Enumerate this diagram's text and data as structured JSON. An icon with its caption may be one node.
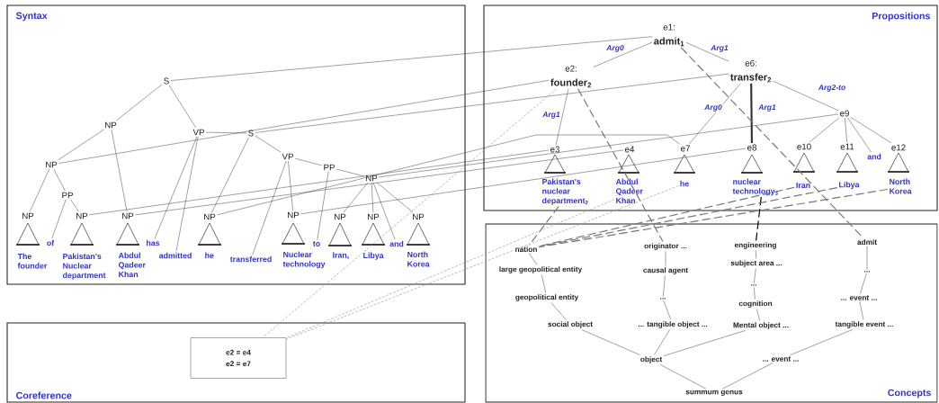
{
  "diagram": {
    "nodes": [
      {
        "text": [
          "Syntax"
        ]
      },
      {
        "text": [
          "Propositions"
        ]
      },
      {
        "text": [
          "Coreference"
        ]
      },
      {
        "text": [
          "Concepts"
        ]
      },
      {
        "text": [
          "S"
        ],
        "in": 0
      },
      {
        "text": [
          "NP"
        ],
        "in": 0
      },
      {
        "text": [
          "VP"
        ],
        "in": 0
      },
      {
        "text": [
          "S"
        ],
        "in": 0
      },
      {
        "text": [
          "NP"
        ],
        "in": 0
      },
      {
        "text": [
          "VP"
        ],
        "in": 0
      },
      {
        "text": [
          "PP"
        ],
        "in": 0
      },
      {
        "text": [
          "NP"
        ],
        "in": 0
      },
      {
        "text": [
          "PP"
        ],
        "in": 0
      },
      {
        "text": [
          "NP"
        ],
        "in": 0
      },
      {
        "text": [
          "NP"
        ],
        "in": 0
      },
      {
        "text": [
          "NP"
        ],
        "in": 0
      },
      {
        "text": [
          "NP"
        ],
        "in": 0
      },
      {
        "text": [
          "NP"
        ],
        "in": 0
      },
      {
        "text": [
          "NP"
        ],
        "in": 0
      },
      {
        "text": [
          "NP"
        ],
        "in": 0
      },
      {
        "text": [
          "NP"
        ],
        "in": 0
      },
      {
        "text": [
          "The founder"
        ],
        "in": 0
      },
      {
        "text": [
          "of"
        ],
        "in": 0
      },
      {
        "text": [
          "Pakistan's Nuclear department"
        ],
        "in": 0
      },
      {
        "text": [
          "Abdul Qadeer Khan"
        ],
        "in": 0
      },
      {
        "text": [
          "has"
        ],
        "in": 0
      },
      {
        "text": [
          "admitted"
        ],
        "in": 0
      },
      {
        "text": [
          "he"
        ],
        "in": 0
      },
      {
        "text": [
          "transferred"
        ],
        "in": 0
      },
      {
        "text": [
          "Nuclear technology"
        ],
        "in": 0
      },
      {
        "text": [
          "to"
        ],
        "in": 0
      },
      {
        "text": [
          "Iran,"
        ],
        "in": 0
      },
      {
        "text": [
          "Libya"
        ],
        "in": 0
      },
      {
        "text": [
          "and"
        ],
        "in": 0
      },
      {
        "text": [
          "North Korea"
        ],
        "in": 0
      },
      {
        "text": [
          "e1:",
          "admit$_{1}$"
        ],
        "in": 1
      },
      {
        "text": [
          "e2:",
          "founder$_{2}$"
        ],
        "in": 1
      },
      {
        "text": [
          "e6:",
          "transfer$_{2}$"
        ],
        "in": 1
      },
      {
        "text": [
          "e9"
        ],
        "in": 1
      },
      {
        "text": [
          "e3"
        ],
        "in": 1
      },
      {
        "text": [
          "e4"
        ],
        "in": 1
      },
      {
        "text": [
          "e7"
        ],
        "in": 1
      },
      {
        "text": [
          "e8"
        ],
        "in": 1
      },
      {
        "text": [
          "e10"
        ],
        "in": 1
      },
      {
        "text": [
          "e11"
        ],
        "in": 1
      },
      {
        "text": [
          "e12"
        ],
        "in": 1
      },
      {
        "text": [
          "and"
        ],
        "in": 1
      },
      {
        "text": [
          "Pakistan's nuclear department$_{2}$"
        ],
        "in": 1
      },
      {
        "text": [
          "Abdul Qadeer Khan"
        ],
        "in": 1
      },
      {
        "text": [
          "he"
        ],
        "in": 1
      },
      {
        "text": [
          "nuclear technology$_{3}$"
        ],
        "in": 1
      },
      {
        "text": [
          "Iran"
        ],
        "in": 1
      },
      {
        "text": [
          "Libya"
        ],
        "in": 1
      },
      {
        "text": [
          "North Korea"
        ],
        "in": 1
      },
      {
        "text": [
          "e2 = e4",
          "e2 = e7"
        ],
        "in": 2
      },
      {
        "text": [
          "nation"
        ],
        "in": 3
      },
      {
        "text": [
          "large geopolitical entity"
        ],
        "in": 3
      },
      {
        "text": [
          "geopolitical entity"
        ],
        "in": 3
      },
      {
        "text": [
          "social object"
        ],
        "in": 3
      },
      {
        "text": [
          "originator ..."
        ],
        "in": 3
      },
      {
        "text": [
          "causal agent"
        ],
        "in": 3
      },
      {
        "text": [
          "..."
        ],
        "in": 3
      },
      {
        "text": [
          "... tangible object ..."
        ],
        "in": 3
      },
      {
        "text": [
          "engineering"
        ],
        "in": 3
      },
      {
        "text": [
          "subject area ..."
        ],
        "in": 3
      },
      {
        "text": [
          "..."
        ],
        "in": 3
      },
      {
        "text": [
          "cognition"
        ],
        "in": 3
      },
      {
        "text": [
          "Mental object ..."
        ],
        "in": 3
      },
      {
        "text": [
          "admit"
        ],
        "in": 3
      },
      {
        "text": [
          "..."
        ],
        "in": 3
      },
      {
        "text": [
          "... event ..."
        ],
        "in": 3
      },
      {
        "text": [
          "tangible event ..."
        ],
        "in": 3
      },
      {
        "text": [
          "object"
        ],
        "in": 3
      },
      {
        "text": [
          "... event ..."
        ],
        "in": 3
      },
      {
        "text": [
          "summum genus"
        ],
        "in": 3
      }
    ],
    "edges": [
      {
        "from": 4,
        "to": 5,
        "arrow": "none"
      },
      {
        "from": 4,
        "to": 6,
        "arrow": "none"
      },
      {
        "from": 5,
        "to": 8,
        "arrow": "none"
      },
      {
        "from": 5,
        "to": 15,
        "arrow": "none"
      },
      {
        "from": 8,
        "to": 13,
        "arrow": "none"
      },
      {
        "from": 8,
        "to": 12,
        "arrow": "none"
      },
      {
        "from": 12,
        "to": 22,
        "arrow": "none"
      },
      {
        "from": 12,
        "to": 14,
        "arrow": "none"
      },
      {
        "from": 6,
        "to": 25,
        "arrow": "none"
      },
      {
        "from": 6,
        "to": 26,
        "arrow": "none"
      },
      {
        "from": 6,
        "to": 7,
        "arrow": "none"
      },
      {
        "from": 7,
        "to": 16,
        "arrow": "none"
      },
      {
        "from": 7,
        "to": 9,
        "arrow": "none"
      },
      {
        "from": 9,
        "to": 28,
        "arrow": "none"
      },
      {
        "from": 9,
        "to": 17,
        "arrow": "none"
      },
      {
        "from": 9,
        "to": 10,
        "arrow": "none"
      },
      {
        "from": 10,
        "to": 30,
        "arrow": "none"
      },
      {
        "from": 10,
        "to": 11,
        "arrow": "none"
      },
      {
        "from": 11,
        "to": 18,
        "arrow": "none"
      },
      {
        "from": 11,
        "to": 19,
        "arrow": "none"
      },
      {
        "from": 11,
        "to": 33,
        "arrow": "none"
      },
      {
        "from": 11,
        "to": 20,
        "arrow": "none"
      },
      {
        "from": 4,
        "to": 35,
        "arrow": "none"
      },
      {
        "from": 8,
        "to": 36,
        "arrow": "none"
      },
      {
        "from": 7,
        "to": 37,
        "arrow": "none"
      },
      {
        "from": 14,
        "to": 39,
        "arrow": "none"
      },
      {
        "from": 15,
        "to": 40,
        "arrow": "none"
      },
      {
        "from": 16,
        "to": 41,
        "arrow": "none"
      },
      {
        "from": 17,
        "to": 42,
        "arrow": "none"
      },
      {
        "from": 11,
        "to": 38,
        "arrow": "none"
      },
      {
        "from": 35,
        "to": 36,
        "arrow": "none",
        "label": "Arg0"
      },
      {
        "from": 35,
        "to": 37,
        "arrow": "none",
        "label": "Arg1"
      },
      {
        "from": 36,
        "to": 39,
        "arrow": "none",
        "label": "Arg1"
      },
      {
        "from": 37,
        "to": 41,
        "arrow": "none",
        "label": "Arg0"
      },
      {
        "from": 37,
        "to": 42,
        "arrow": "none",
        "label": "Arg1",
        "style": "thick"
      },
      {
        "from": 37,
        "to": 38,
        "arrow": "none",
        "label": "Arg2-to"
      },
      {
        "from": 38,
        "to": 43,
        "arrow": "none"
      },
      {
        "from": 38,
        "to": 44,
        "arrow": "none"
      },
      {
        "from": 38,
        "to": 46,
        "arrow": "none"
      },
      {
        "from": 38,
        "to": 45,
        "arrow": "none"
      },
      {
        "from": 47,
        "to": 55,
        "arrow": "none",
        "style": "dashed",
        "color": "#777777"
      },
      {
        "from": 36,
        "to": 59,
        "arrow": "none",
        "style": "dashed",
        "color": "#777777"
      },
      {
        "from": 35,
        "to": 68,
        "arrow": "none",
        "style": "dashed",
        "color": "#777777"
      },
      {
        "from": 50,
        "to": 63,
        "arrow": "none",
        "style": "dashed",
        "color": "#000000"
      },
      {
        "from": 51,
        "to": 55,
        "arrow": "none",
        "style": "dashed",
        "color": "#777777"
      },
      {
        "from": 52,
        "to": 55,
        "arrow": "none",
        "style": "dashed",
        "color": "#777777"
      },
      {
        "from": 53,
        "to": 55,
        "arrow": "none",
        "style": "dashed",
        "color": "#777777"
      },
      {
        "from": 36,
        "to": 54,
        "arrow": "none",
        "style": "dashed",
        "color": "#999999"
      },
      {
        "from": 48,
        "to": 54,
        "arrow": "none",
        "style": "dashed",
        "color": "#999999"
      },
      {
        "from": 49,
        "to": 54,
        "arrow": "none",
        "style": "dashed",
        "color": "#999999"
      },
      {
        "from": 55,
        "to": 56,
        "arrow": "none"
      },
      {
        "from": 56,
        "to": 57,
        "arrow": "none"
      },
      {
        "from": 57,
        "to": 58,
        "arrow": "none"
      },
      {
        "from": 58,
        "to": 72,
        "arrow": "none"
      },
      {
        "from": 59,
        "to": 60,
        "arrow": "none"
      },
      {
        "from": 60,
        "to": 61,
        "arrow": "none"
      },
      {
        "from": 61,
        "to": 62,
        "arrow": "none"
      },
      {
        "from": 62,
        "to": 72,
        "arrow": "none"
      },
      {
        "from": 63,
        "to": 64,
        "arrow": "none"
      },
      {
        "from": 64,
        "to": 65,
        "arrow": "none"
      },
      {
        "from": 65,
        "to": 66,
        "arrow": "none"
      },
      {
        "from": 66,
        "to": 67,
        "arrow": "none"
      },
      {
        "from": 67,
        "to": 72,
        "arrow": "none"
      },
      {
        "from": 68,
        "to": 69,
        "arrow": "none"
      },
      {
        "from": 69,
        "to": 70,
        "arrow": "none"
      },
      {
        "from": 70,
        "to": 71,
        "arrow": "none"
      },
      {
        "from": 71,
        "to": 73,
        "arrow": "none"
      },
      {
        "from": 72,
        "to": 74,
        "arrow": "none"
      },
      {
        "from": 73,
        "to": 74,
        "arrow": "none"
      }
    ]
  }
}
